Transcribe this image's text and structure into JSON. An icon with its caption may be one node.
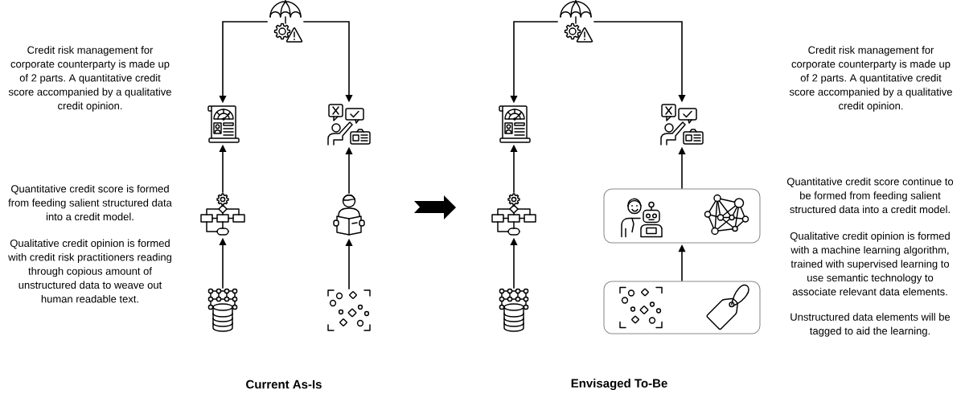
{
  "diagram": {
    "nodes": [
      {
        "text": [],
        "shape": "picture"
      },
      {
        "text": [],
        "shape": "picture"
      },
      {
        "text": [],
        "shape": "picture"
      },
      {
        "text": [],
        "shape": "picture"
      },
      {
        "text": [],
        "shape": "picture"
      },
      {
        "text": [],
        "shape": "picture"
      },
      {
        "text": [],
        "shape": "picture"
      },
      {
        "text": [],
        "shape": "picture"
      },
      {
        "text": [],
        "shape": "picture"
      },
      {
        "text": [],
        "shape": "picture"
      },
      {
        "text": [],
        "shape": "picture"
      },
      {
        "text": [],
        "shape": "box"
      },
      {
        "text": [],
        "shape": "picture",
        "in": 11
      },
      {
        "text": [],
        "shape": "picture",
        "in": 11
      },
      {
        "text": [],
        "shape": "picture"
      },
      {
        "text": [],
        "shape": "box"
      },
      {
        "text": [],
        "shape": "picture",
        "in": 15
      },
      {
        "text": [],
        "shape": "picture",
        "in": 15
      }
    ],
    "edges": [
      {
        "from": 0,
        "to": 1,
        "arrow": "to"
      },
      {
        "from": 0,
        "to": 2,
        "arrow": "to"
      },
      {
        "from": 3,
        "to": 1,
        "arrow": "to"
      },
      {
        "from": 4,
        "to": 2,
        "arrow": "to"
      },
      {
        "from": 5,
        "to": 3,
        "arrow": "to"
      },
      {
        "from": 6,
        "to": 4,
        "arrow": "to"
      },
      {
        "from": 7,
        "to": 8,
        "arrow": "to"
      },
      {
        "from": 7,
        "to": 9,
        "arrow": "to"
      },
      {
        "from": 10,
        "to": 8,
        "arrow": "to"
      },
      {
        "from": 11,
        "to": 9,
        "arrow": "to"
      },
      {
        "from": 14,
        "to": 10,
        "arrow": "to"
      },
      {
        "from": 15,
        "to": 11,
        "arrow": "to"
      }
    ],
    "labels": [
      "Credit risk management for corporate counterparty is made up of 2 parts. A quantitative credit score accompanied by a qualitative credit opinion.",
      "Quantitative credit score is formed from feeding salient structured data into a credit model.",
      "Qualitative credit opinion is formed with credit risk practitioners reading through copious amount of unstructured data to weave out human readable text.",
      "Current As-Is",
      "Credit risk management for corporate counterparty is made up of 2 parts. A quantitative credit score accompanied by a qualitative credit opinion.",
      "Quantitative credit score continue to be formed from feeding salient structured data into a credit model.",
      "Qualitative credit opinion is formed with a machine learning algorithm, trained with supervised learning to use semantic technology to associate relevant data elements.",
      "Unstructured data elements will be tagged to aid the learning.",
      "Envisaged To-Be"
    ]
  }
}
